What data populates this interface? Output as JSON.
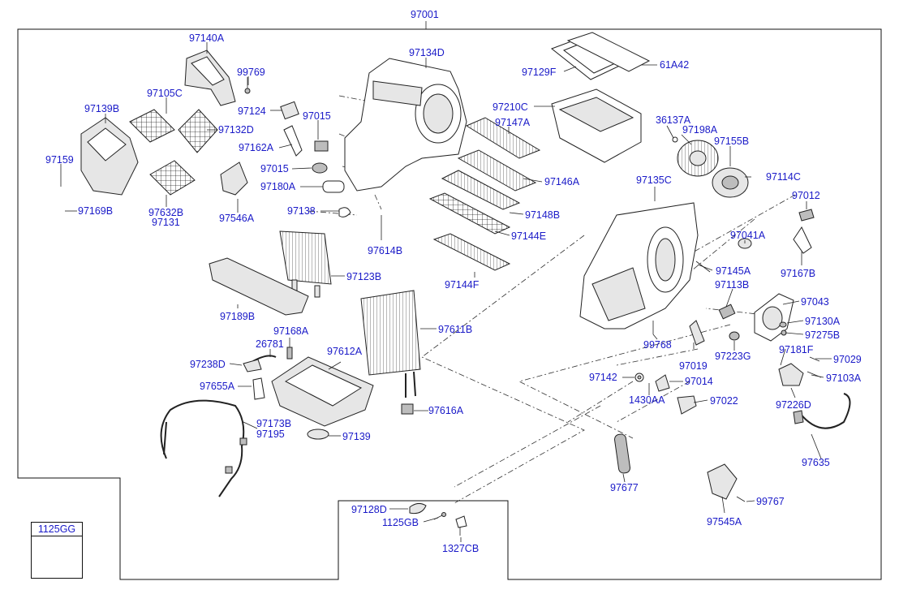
{
  "assembly_number": "97001",
  "legend_code": "1125GG",
  "labels": {
    "p97140A": "97140A",
    "p99769": "99769",
    "p97134D": "97134D",
    "p97129F": "97129F",
    "p61A42": "61A42",
    "p97105C": "97105C",
    "p97139B": "97139B",
    "p97124": "97124",
    "p97015a": "97015",
    "p97210C": "97210C",
    "p36137A": "36137A",
    "p97147A": "97147A",
    "p97198A": "97198A",
    "p97132D": "97132D",
    "p97162A": "97162A",
    "p97155B": "97155B",
    "p97159": "97159",
    "p97015b": "97015",
    "p97114C": "97114C",
    "p97180A": "97180A",
    "p97146A": "97146A",
    "p97135C": "97135C",
    "p97012": "97012",
    "p97169B": "97169B",
    "p97632B": "97632B",
    "p97131": "97131",
    "p97546A": "97546A",
    "p97138": "97138",
    "p97148B": "97148B",
    "p97144E": "97144E",
    "p97041A": "97041A",
    "p97614B": "97614B",
    "p97167B": "97167B",
    "p97145A": "97145A",
    "p97123B": "97123B",
    "p97144F": "97144F",
    "p97113B": "97113B",
    "p97043": "97043",
    "p97189B": "97189B",
    "p97130A": "97130A",
    "p97611B": "97611B",
    "p97275B": "97275B",
    "p97168A": "97168A",
    "p99768": "99768",
    "p26781": "26781",
    "p97612A": "97612A",
    "p97181F": "97181F",
    "p97029": "97029",
    "p97019": "97019",
    "p97223G": "97223G",
    "p97238D": "97238D",
    "p97142": "97142",
    "p97014": "97014",
    "p97103A": "97103A",
    "p97655A": "97655A",
    "p1430AA": "1430AA",
    "p97022": "97022",
    "p97226D": "97226D",
    "p97616A": "97616A",
    "p97173B": "97173B",
    "p97195": "97195",
    "p97139": "97139",
    "p97635": "97635",
    "p97677": "97677",
    "p97128D": "97128D",
    "p99767": "99767",
    "p1125GB": "1125GB",
    "p97545A": "97545A",
    "p1327CB": "1327CB"
  },
  "colors": {
    "label": "#1a1ac8",
    "line": "#222222"
  }
}
